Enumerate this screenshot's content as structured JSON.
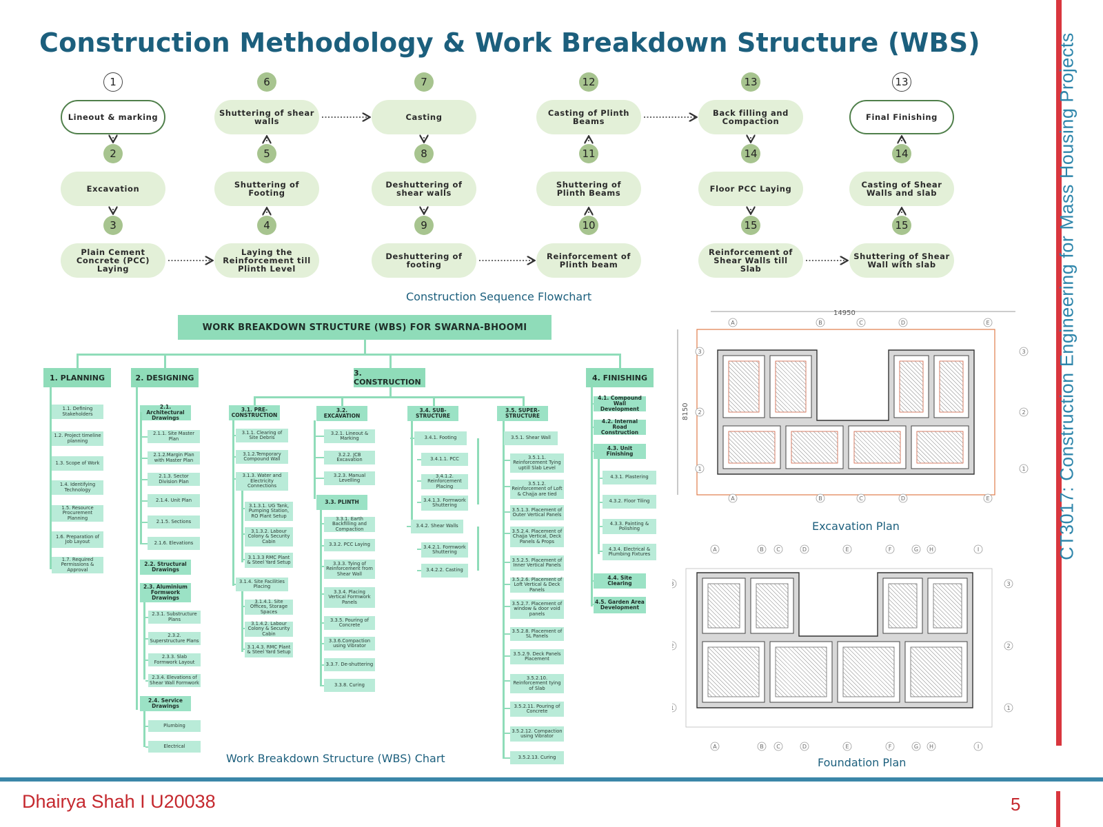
{
  "title": "Construction Methodology & Work Breakdown Structure (WBS)",
  "side_title": "CT3017: Construction Engineering for Mass Housing Projects",
  "footer": {
    "author": "Dhairya Shah I U20038",
    "page": "5"
  },
  "captions": {
    "flowchart": "Construction Sequence Flowchart",
    "wbs": "Work Breakdown Structure (WBS) Chart",
    "excavation": "Excavation Plan",
    "foundation": "Foundation Plan"
  },
  "flowchart": {
    "steps": [
      {
        "n": "1",
        "label": "Lineout & marking"
      },
      {
        "n": "2",
        "label": "Excavation"
      },
      {
        "n": "3",
        "label": "Plain Cement Concrete (PCC) Laying"
      },
      {
        "n": "4",
        "label": "Laying the Reinforcement till Plinth Level"
      },
      {
        "n": "5",
        "label": "Shuttering of Footing"
      },
      {
        "n": "6",
        "label": "Shuttering of shear walls"
      },
      {
        "n": "7",
        "label": "Casting"
      },
      {
        "n": "8",
        "label": "Deshuttering of shear walls"
      },
      {
        "n": "9",
        "label": "Deshuttering of footing"
      },
      {
        "n": "10",
        "label": "Reinforcement of Plinth beam"
      },
      {
        "n": "11",
        "label": "Shuttering of Plinth Beams"
      },
      {
        "n": "12",
        "label": "Casting of Plinth Beams"
      },
      {
        "n": "13",
        "label": "Back filling and Compaction"
      },
      {
        "n": "14",
        "label": "Floor PCC Laying"
      },
      {
        "n": "15",
        "label": "Reinforcement of Shear Walls till Slab"
      },
      {
        "n": "15",
        "label": "Shuttering of Shear Wall with slab"
      },
      {
        "n": "14",
        "label": "Casting of Shear Walls and slab"
      },
      {
        "n": "13",
        "label": "Final Finishing"
      }
    ]
  },
  "wbs": {
    "title": "WORK BREAKDOWN STRUCTURE (WBS) FOR SWARNA-BHOOMI",
    "planning": {
      "label": "1. PLANNING",
      "items": [
        "1.1. Defining Stakeholders",
        "1.2. Project timeline planning",
        "1.3. Scope of Work",
        "1.4. Identifying Technology",
        "1.5. Resource Procurement Planning",
        "1.6. Preparation of Job Layout",
        "1.7. Required Permissions & Approval"
      ]
    },
    "designing": {
      "label": "2. DESIGNING",
      "g1": "2.1. Architectural Drawings",
      "g1_items": [
        "2.1.1. Site Master Plan",
        "2.1.2.Margin Plan with Master Plan",
        "2.1.3. Sector Division Plan",
        "2.1.4. Unit Plan",
        "2.1.5. Sections",
        "2.1.6. Elevations"
      ],
      "g2": "2.2. Structural Drawings",
      "g3": "2.3. Aluminium Formwork Drawings",
      "g3_items": [
        "2.3.1. Substructure Plans",
        "2.3.2. Superstructure Plans",
        "2.3.3. Slab Formwork Layout",
        "2.3.4. Elevations of Shear Wall Formwork"
      ],
      "g4": "2.4. Service Drawings",
      "g4_items": [
        "Plumbing",
        "Electrical"
      ]
    },
    "construction": {
      "label": "3. CONSTRUCTION",
      "pre": "3.1. PRE-CONSTRUCTION",
      "pre_items": [
        "3.1.1. Clearing of Site Debris",
        "3.1.2.Temporary Compound Wall",
        "3.1.3. Water and Electricity Connections",
        "3.1.3.1. UG Tank, Pumping Station, RO Plant Setup",
        "3.1.3.2. Labour Colony & Security Cabin",
        "3.1.3.3 RMC Plant & Steel Yard Setup",
        "3.1.4. Site Facilities Placing",
        "3.1.4.1. Site Offices, Storage Spaces",
        "3.1.4.2. Labour Colony & Security Cabin",
        "3.1.4.3. RMC Plant & Steel Yard Setup"
      ],
      "exc": "3.2. EXCAVATION",
      "exc_items": [
        "3.2.1. Lineout & Marking",
        "3.2.2. JCB Excavation",
        "3.2.3. Manual Levelling"
      ],
      "plinth": "3.3. PLINTH",
      "plinth_items": [
        "3.3.1. Earth Backfilling and Compaction",
        "3.3.2. PCC Laying",
        "3.3.3. Tying of Reinforcement from Shear Wall",
        "3.3.4. Placing Vertical Formwork Panels",
        "3.3.5. Pouring of Concrete",
        "3.3.6.Compaction using Vibrator",
        "3.3.7. De-shuttering",
        "3.3.8. Curing"
      ],
      "subs": "3.4. SUB-STRUCTURE",
      "subs_items": [
        "3.4.1. Footing",
        "3.4.1.1. PCC",
        "3.4.1.2. Reinforcement Placing",
        "3.4.1.3. Formwork Shuttering",
        "3.4.2. Shear Walls",
        "3.4.2.1. Formwork Shuttering",
        "3.4.2.2. Casting"
      ],
      "sups": "3.5. SUPER-STRUCTURE",
      "sups_items": [
        "3.5.1. Shear Wall",
        "3.5.1.1. Reinforcement Tying uptill Slab Level",
        "3.5.1.2. Reinforcement of Loft & Chajja are tied",
        "3.5.1.3. Placement of Outer Vertical Panels",
        "3.5.2.4. Placement of Chajja Vertical, Deck Panels & Props",
        "3.5.2.5. Placement of Inner Vertical Panels",
        "3.5.2.6. Placement of Loft Vertical & Deck Panels",
        "3.5.2.7. Placement of window & door void panels",
        "3.5.2.8. Placement of SL Panels",
        "3.5.2.9. Deck Panels Placement",
        "3.5.2.10. Reinforcement tying of Slab",
        "3.5.2.11. Pouring of Concrete",
        "3.5.2.12. Compaction using Vibrator",
        "3.5.2.13. Curing"
      ]
    },
    "finishing": {
      "label": "4. FINISHING",
      "items": [
        "4.1. Compound Wall Development",
        "4.2. Internal Road Construction",
        "4.3. Unit Finishing",
        "4.3.1. Plastering",
        "4.3.2. Floor Tiling",
        "4.3.3. Painting & Polishing",
        "4.3.4. Electrical & Plumbing Fixtures",
        "4.4. Site Clearing",
        "4.5. Garden Area Development"
      ]
    }
  },
  "plans": {
    "excavation": {
      "width_dim": "14950",
      "height_dim": "8150",
      "col_labels": [
        "A",
        "B",
        "C",
        "D",
        "E"
      ],
      "row_labels": [
        "3",
        "2",
        "1"
      ]
    },
    "foundation": {
      "col_labels": [
        "A",
        "B",
        "C",
        "D",
        "E",
        "F",
        "G",
        "H",
        "I"
      ],
      "row_labels": [
        "3",
        "2",
        "1"
      ]
    }
  },
  "colors": {
    "title": "#1c5f7d",
    "accent_red": "#d9363e",
    "node_fill": "#e3f0d8",
    "badge": "#a7c48f",
    "wbs_green": "#8fdcb9"
  }
}
